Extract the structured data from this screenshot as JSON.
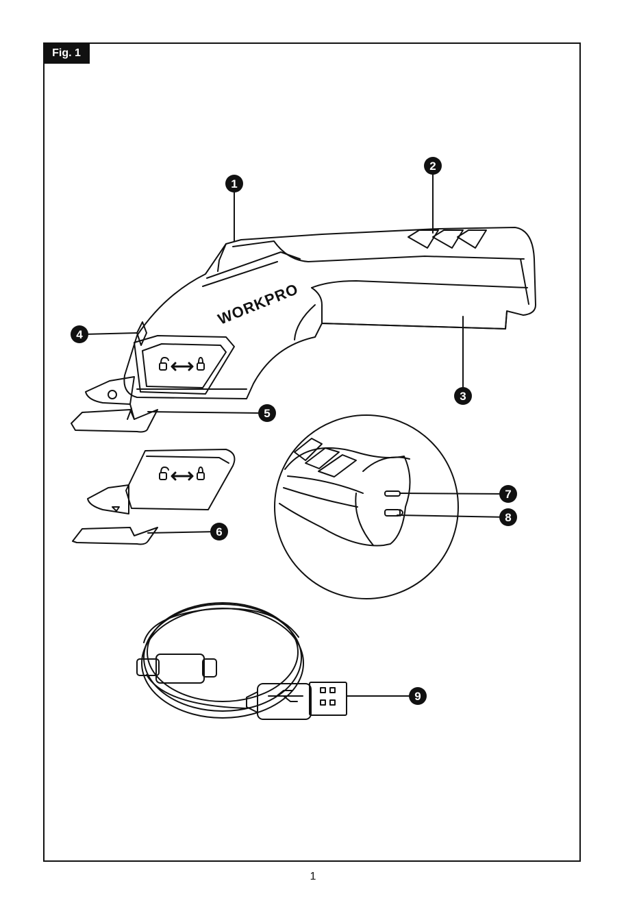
{
  "figure": {
    "label": "Fig. 1"
  },
  "product": {
    "brand": "WORKPRO"
  },
  "callouts": [
    "1",
    "2",
    "3",
    "4",
    "5",
    "6",
    "7",
    "8",
    "9"
  ],
  "page": {
    "number": "1"
  },
  "colors": {
    "ink": "#111111",
    "paper": "#ffffff"
  }
}
